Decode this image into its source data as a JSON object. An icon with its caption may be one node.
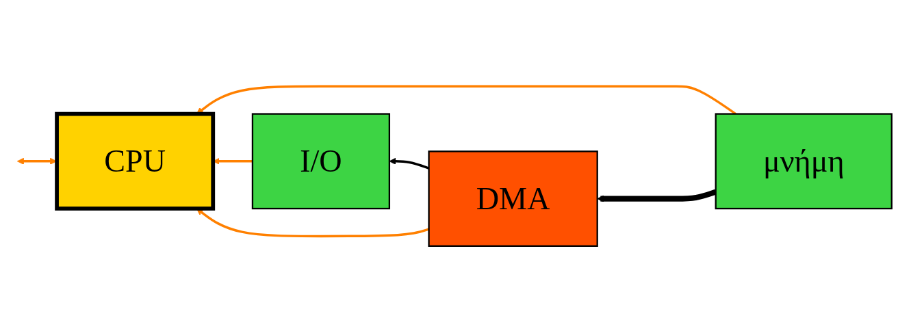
{
  "diagram": {
    "nodes": [
      {
        "text": [
          "CPU"
        ]
      },
      {
        "text": [
          "μνήμη"
        ]
      },
      {
        "text": [
          "I/O"
        ]
      },
      {
        "text": [
          "DMA"
        ]
      }
    ],
    "edges": [
      {
        "from": 0,
        "to": null,
        "arrow": "both",
        "color": "#ff8000"
      },
      {
        "from": 1,
        "to": 0,
        "arrow": "to",
        "color": "#ff8000"
      },
      {
        "from": 2,
        "to": 0,
        "arrow": "to",
        "color": "#ff8000"
      },
      {
        "from": 3,
        "to": 0,
        "arrow": "to",
        "color": "#ff8000"
      },
      {
        "from": 1,
        "to": 3,
        "arrow": "to",
        "style": "thick",
        "color": "#000000"
      },
      {
        "from": 3,
        "to": 2,
        "arrow": "to",
        "color": "#000000"
      }
    ]
  }
}
